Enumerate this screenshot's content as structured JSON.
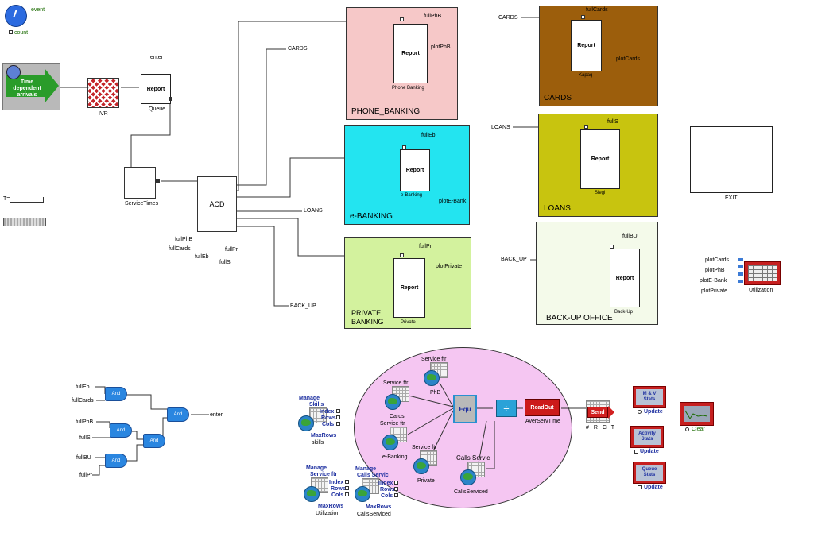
{
  "colors": {
    "phone_banking": "#f6c8c8",
    "e_banking": "#23e4f0",
    "private_banking": "#d3f29e",
    "cards": "#9c5e0c",
    "loans": "#c8c40f",
    "back_up_office": "#f4faea",
    "event_oval": "#f5c6f2"
  },
  "top_left": {
    "event_label": "event",
    "count_label": "count",
    "generator_label": "Time dependent arrivals"
  },
  "ivr_label": "IVR",
  "queue": {
    "title": "Report",
    "sub": "Queue",
    "enter_label": "enter"
  },
  "service_times_label": "ServiceTimes",
  "acd": {
    "title": "ACD",
    "out_labels": [
      "fullPhB",
      "fullCards",
      "fullEb",
      "fullS",
      "fullPr"
    ]
  },
  "wire_labels": {
    "cards": "CARDS",
    "loans": "LOANS",
    "back_up": "BACK_UP"
  },
  "timer_label": "T=",
  "regions": {
    "phone_banking": {
      "title": "PHONE_BANKING",
      "report": "Report",
      "sub": "Phone Banking",
      "full": "fullPhB",
      "plot": "plotPhB"
    },
    "e_banking": {
      "title": "e-BANKING",
      "report": "Report",
      "sub": "e-Banking",
      "full": "fullEb",
      "plot": "plotE-Bank"
    },
    "private_banking": {
      "title_line1": "PRIVATE",
      "title_line2": "BANKING",
      "report": "Report",
      "sub": "Private",
      "full": "fullPr",
      "plot": "plotPrivate"
    },
    "cards": {
      "title": "CARDS",
      "report": "Report",
      "sub": "Kapaq",
      "full": "fullCards",
      "plot": "plotCards",
      "input": "CARDS"
    },
    "loans": {
      "title": "LOANS",
      "report": "Report",
      "sub": "Slegl",
      "full": "fullS",
      "input": "LOANS"
    },
    "back_up_office": {
      "title": "BACK-UP OFFICE",
      "report": "Report",
      "sub": "Back-Up",
      "full": "fullBU",
      "input": "BACK_UP"
    }
  },
  "exit_label": "EXIT",
  "plot_block": {
    "inputs": [
      "plotCards",
      "plotPhB",
      "plotE-Bank",
      "plotPrivate"
    ],
    "sub": "Utilization"
  },
  "logic": {
    "inputs": [
      "fullEb",
      "fullCards",
      "fullPhB",
      "fullS",
      "fullBU",
      "fullPr"
    ],
    "gate_label": "And",
    "output": "enter"
  },
  "manage_skills": {
    "title": "Manage",
    "title2": "Skills",
    "fields": [
      "Index",
      "Rows",
      "Cols"
    ],
    "max": "MaxRows",
    "sub": "skills"
  },
  "manage_service": {
    "title": "Manage",
    "title2": "Service ftr",
    "fields": [
      "Index",
      "Rows",
      "Cols"
    ],
    "max": "MaxRows",
    "sub": "Utilization"
  },
  "manage_calls": {
    "title": "Manage",
    "title2": "Calls Servic",
    "fields": [
      "Index",
      "Rows",
      "Cols"
    ],
    "max": "MaxRows",
    "sub": "CallsServiced"
  },
  "oval": {
    "service_nodes": [
      {
        "top": "Service ftr",
        "sub": "PhB"
      },
      {
        "top": "Service ftr",
        "sub": "Cards"
      },
      {
        "top": "Service ftr",
        "sub": "e-Banking"
      },
      {
        "top": "Service ftr",
        "sub": "Private"
      },
      {
        "top": "Calls Servic",
        "sub": "CallsServiced"
      }
    ],
    "equ_label": "Equ",
    "readout_label": "ReadOut",
    "readout_sub": "AverServTime"
  },
  "send_block": {
    "label": "Send",
    "sub": "# R C T"
  },
  "stat_buttons": [
    {
      "line1": "M & V",
      "line2": "Stats",
      "toggle": "Update"
    },
    {
      "line1": "Activity",
      "line2": "Stats",
      "toggle": "Update"
    },
    {
      "line1": "Queue",
      "line2": "Stats",
      "toggle": "Update"
    }
  ],
  "clear_label": "Clear"
}
